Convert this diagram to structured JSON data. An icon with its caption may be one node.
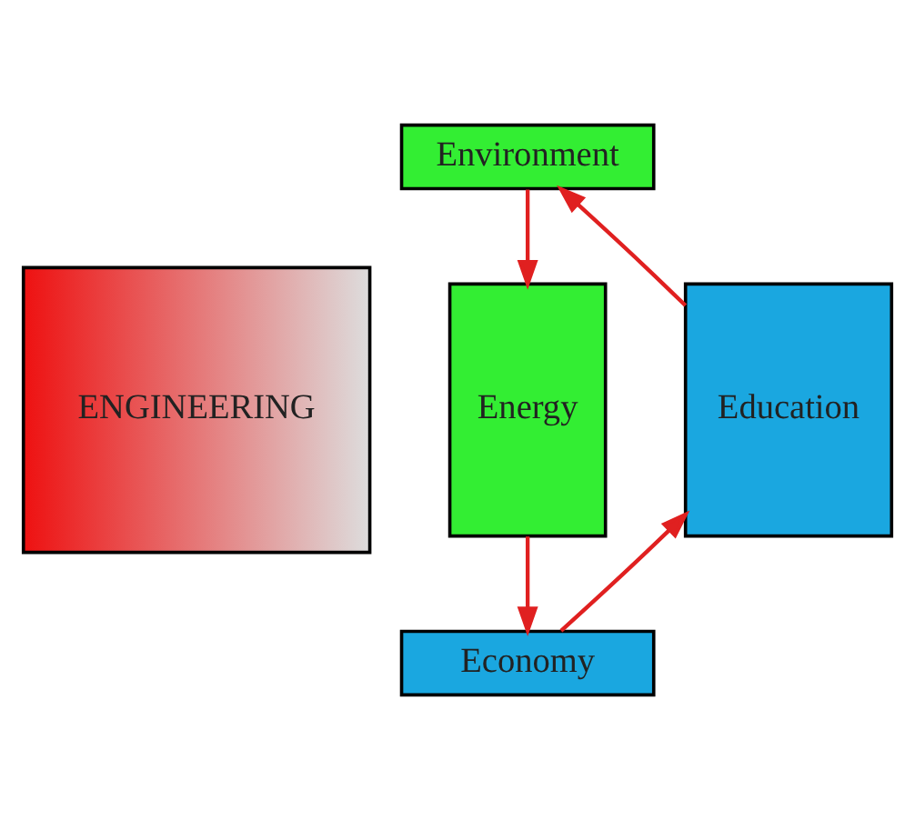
{
  "diagram": {
    "nodes": [
      {
        "text": [
          "ENGINEERING"
        ]
      },
      {
        "text": [
          "Environment"
        ]
      },
      {
        "text": [
          "Energy"
        ]
      },
      {
        "text": [
          "Economy"
        ]
      },
      {
        "text": [
          "Education"
        ]
      }
    ],
    "edges": [
      {
        "from": 1,
        "to": 2,
        "arrow": "to"
      },
      {
        "from": 2,
        "to": 3,
        "arrow": "to"
      },
      {
        "from": 3,
        "to": 4,
        "arrow": "to"
      },
      {
        "from": 4,
        "to": 1,
        "arrow": "to"
      }
    ]
  }
}
